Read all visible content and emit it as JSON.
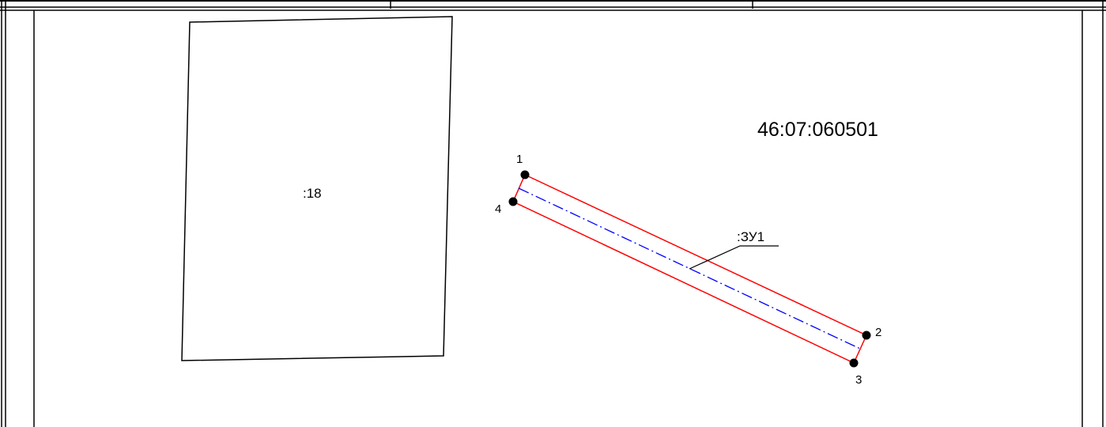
{
  "block": {
    "cadastral_number": "46:07:060501"
  },
  "parcels": {
    "existing": {
      "label": ":18"
    },
    "new": {
      "label": ":ЗУ1"
    }
  },
  "points": [
    {
      "label": "1"
    },
    {
      "label": "2"
    },
    {
      "label": "3"
    },
    {
      "label": "4"
    }
  ],
  "colors": {
    "background": "#ffffff",
    "frame": "#000000",
    "existing_parcel_outline": "#000000",
    "new_parcel_outline": "#ff0000",
    "axis_line": "#0000ff",
    "point_marker": "#000000"
  },
  "line_styles": {
    "axis_line": "dash-dot"
  }
}
